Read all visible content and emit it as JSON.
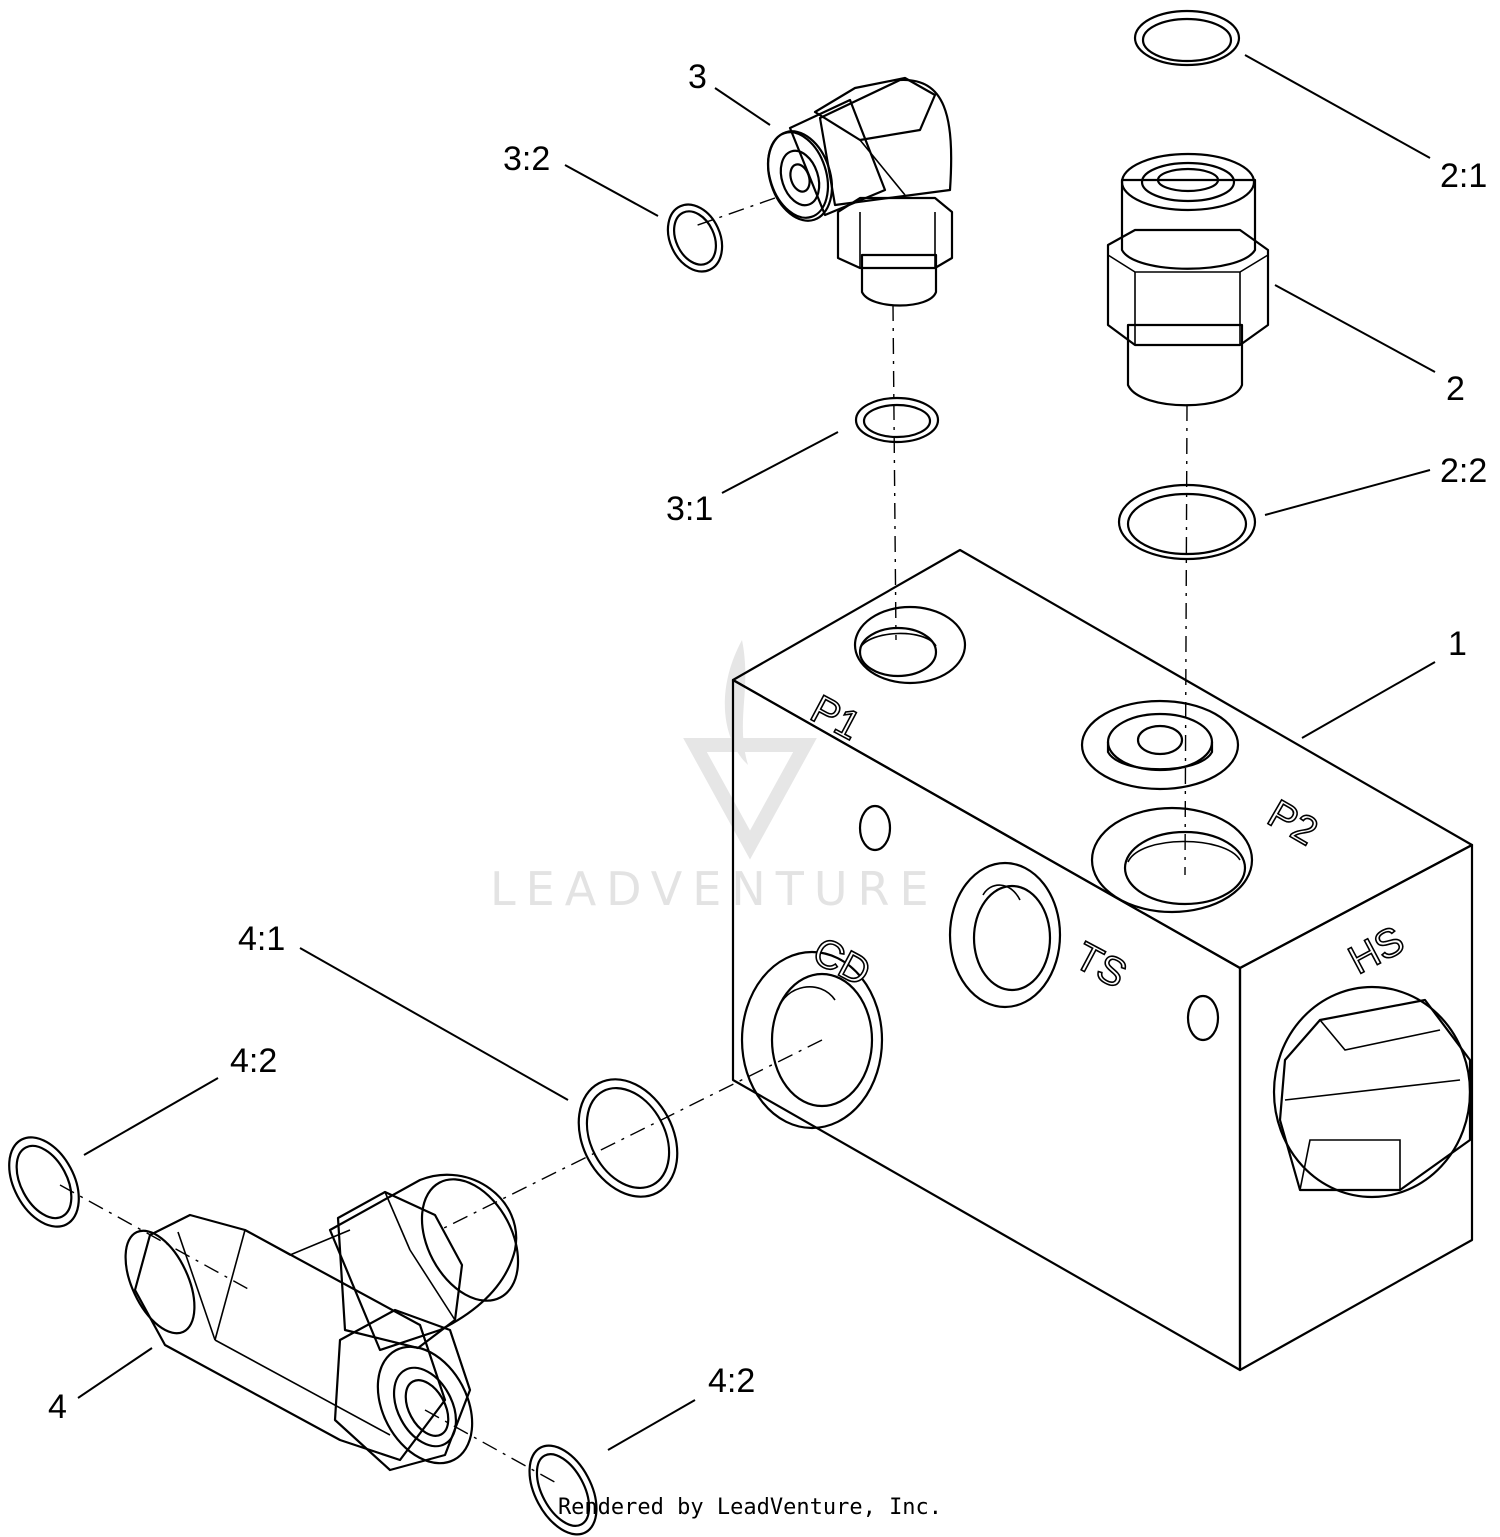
{
  "callouts": {
    "c1": "1",
    "c2": "2",
    "c2_1": "2:1",
    "c2_2": "2:2",
    "c3": "3",
    "c3_1": "3:1",
    "c3_2": "3:2",
    "c4": "4",
    "c4_1": "4:1",
    "c4_2a": "4:2",
    "c4_2b": "4:2"
  },
  "ports": {
    "p1": "P1",
    "p2": "P2",
    "cd": "CD",
    "ts": "TS",
    "hs": "HS"
  },
  "watermark": {
    "brand": "LEADVENTURE"
  },
  "footer": {
    "credit": "Rendered by LeadVenture, Inc."
  }
}
